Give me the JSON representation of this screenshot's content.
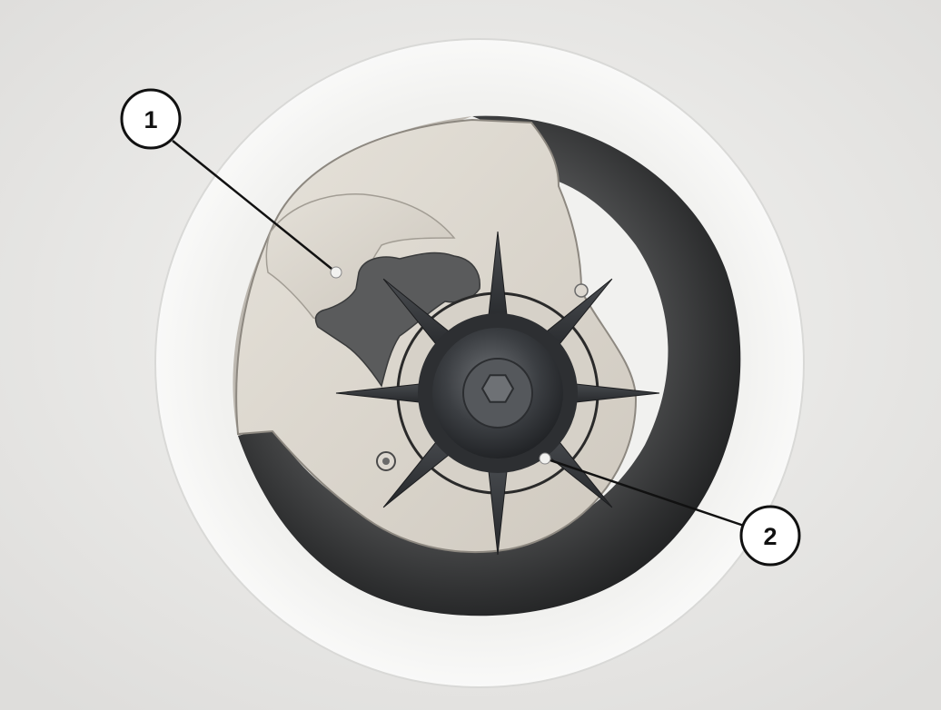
{
  "callouts": [
    {
      "id": "1",
      "label": "1"
    },
    {
      "id": "2",
      "label": "2"
    }
  ],
  "colors": {
    "background": "#ececea",
    "outer_ring": "#f6f6f4",
    "housing": "#3a3b3c",
    "plate": "#d8d3cb",
    "rotor": "#2e3033",
    "callout_stroke": "#111111",
    "callout_fill": "#ffffff"
  }
}
